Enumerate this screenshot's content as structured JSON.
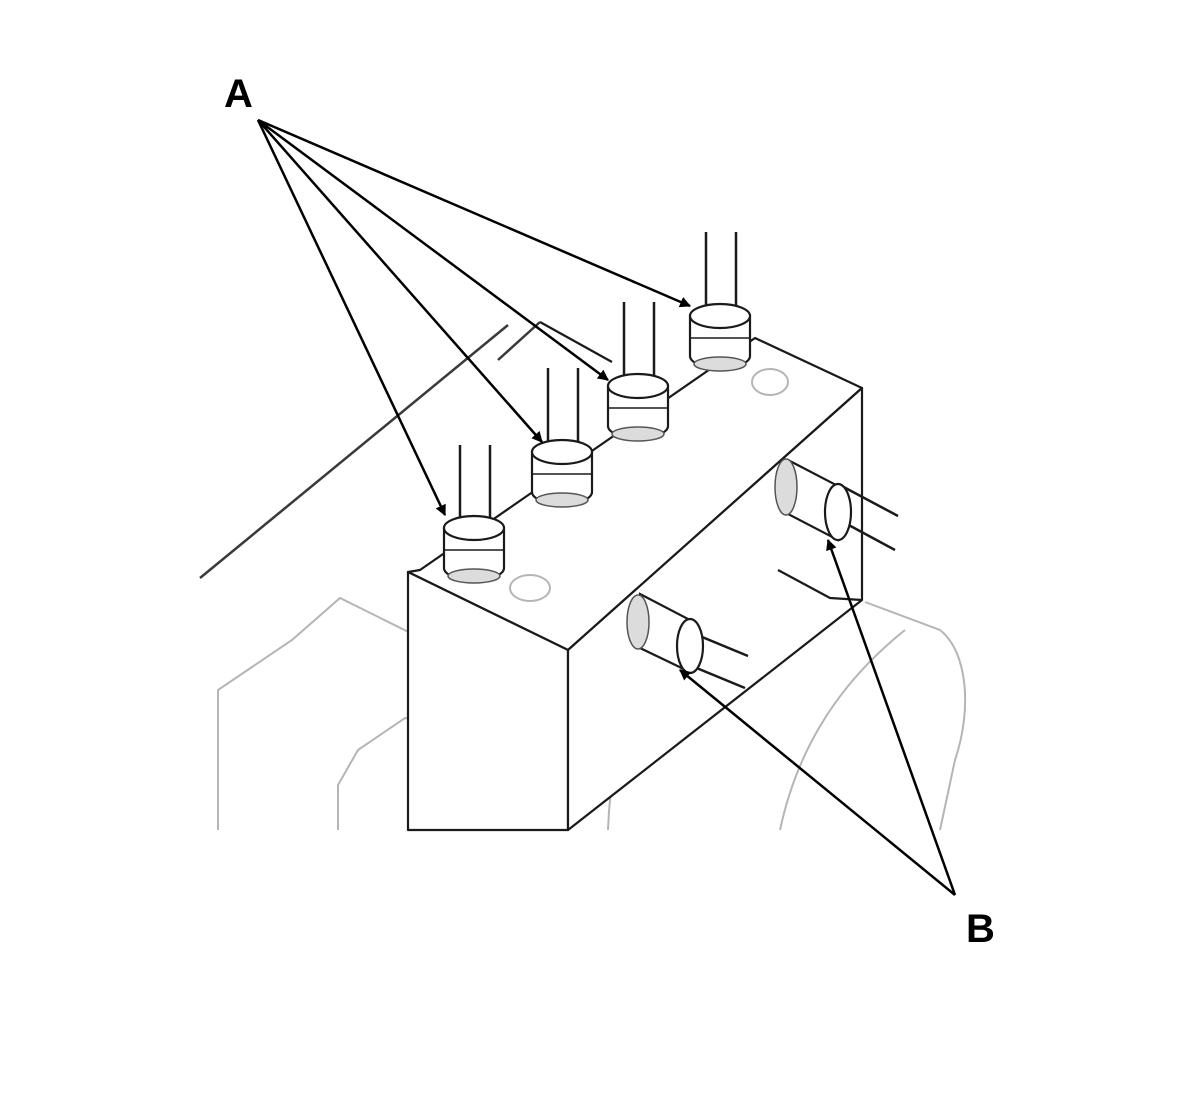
{
  "diagram": {
    "callouts": [
      {
        "id": "A",
        "label": "A"
      },
      {
        "id": "B",
        "label": "B"
      }
    ],
    "colors": {
      "background": "#ffffff",
      "line": "#1a1a1a",
      "ghost_line": "#b5b5b5",
      "leader": "#000000"
    }
  }
}
